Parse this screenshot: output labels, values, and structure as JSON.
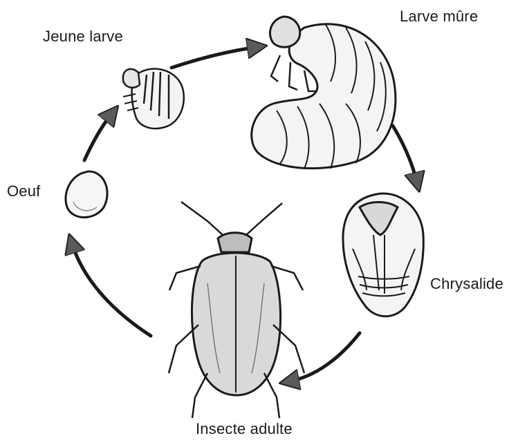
{
  "labels": {
    "jeune_larve": "Jeune larve",
    "larve_mure": "Larve mûre",
    "oeuf": "Oeuf",
    "chrysalide": "Chrysalide",
    "insecte_adulte": "Insecte adulte"
  },
  "colors": {
    "line": "#1a1a1a",
    "arrow": "#5a5a5a",
    "body_fill": "#f4f4f4",
    "beetle_fill": "#d9d9d9"
  }
}
